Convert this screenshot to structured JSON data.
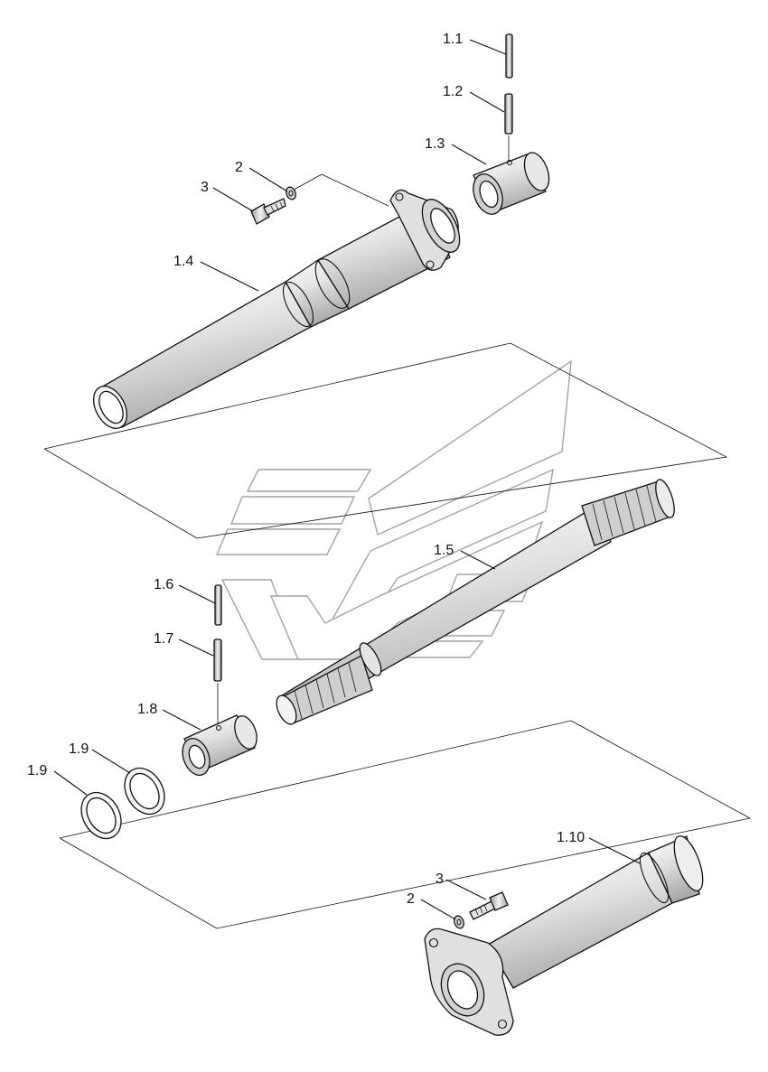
{
  "callouts": {
    "p1_1": "1.1",
    "p1_2": "1.2",
    "p1_3": "1.3",
    "p2_top": "2",
    "p3_top": "3",
    "p1_4": "1.4",
    "p1_5": "1.5",
    "p1_6": "1.6",
    "p1_7": "1.7",
    "p1_8": "1.8",
    "p1_9_inner": "1.9",
    "p1_9_outer": "1.9",
    "p1_10": "1.10",
    "p3_bottom": "3",
    "p2_bottom": "2"
  },
  "colors": {
    "line": "#111111",
    "part_fill": "#e6e6e6",
    "part_shade": "#bdbdbd",
    "logo_stroke": "#9a9a9a"
  },
  "icons": {
    "watermark": "brand-chevron-logo"
  }
}
